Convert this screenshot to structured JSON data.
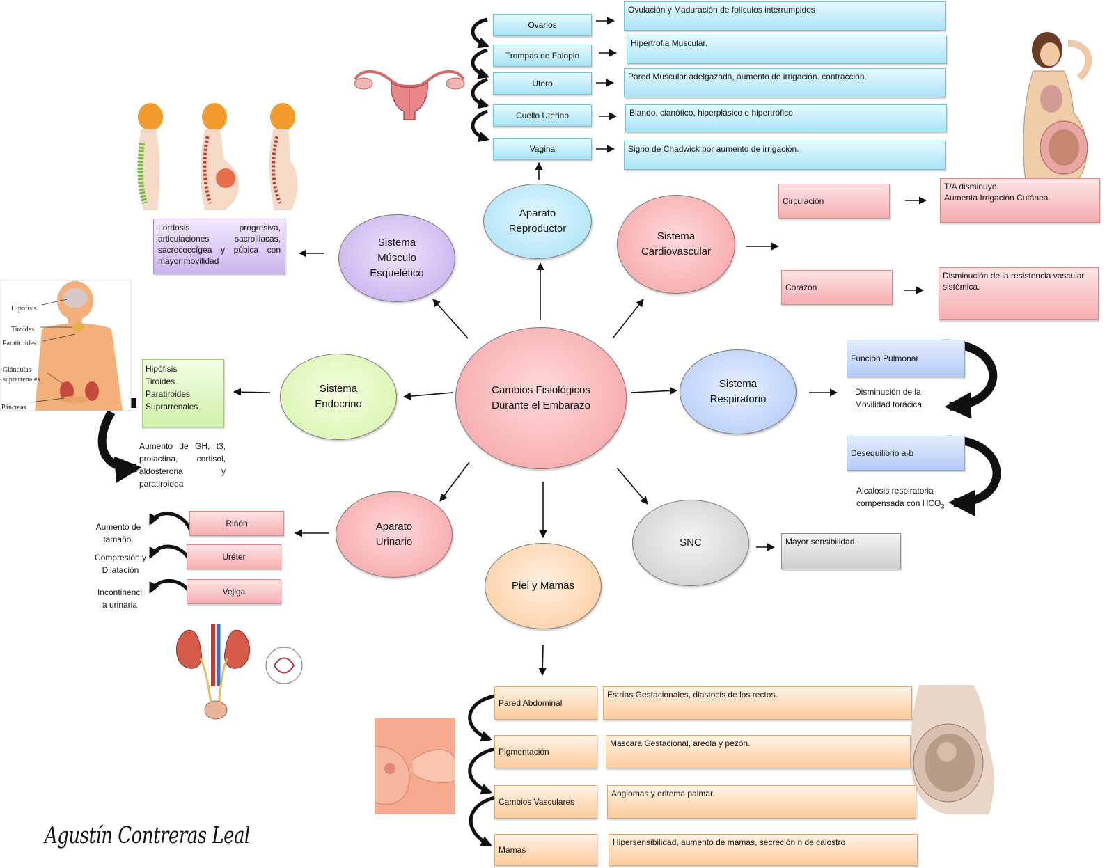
{
  "center": {
    "title": "Cambios Fisiológicos\nDurante el Embarazo"
  },
  "systems": {
    "reproductor": "Aparato\nReproductor",
    "musculo": "Sistema\nMúsculo\nEsquelético",
    "cardio": "Sistema\nCardiovascular",
    "endocrino": "Sistema\nEndocrino",
    "respiratorio": "Sistema\nRespiratorio",
    "urinario": "Aparato\nUrinario",
    "snc": "SNC",
    "piel": "Piel y Mamas"
  },
  "reproductor": {
    "rows": [
      {
        "organ": "Ovarios",
        "change": "Ovulación y Maduración de folículos interrumpidos"
      },
      {
        "organ": "Trompas de Falopio",
        "change": "Hipertrofia Muscular."
      },
      {
        "organ": "Útero",
        "change": "Pared Muscular adelgazada, aumento de irrigación. contracción."
      },
      {
        "organ": "Cuello Uterino",
        "change": "Blando, cianótico, hiperplásico e hipertrófico."
      },
      {
        "organ": "Vagina",
        "change": "Signo de Chadwick por aumento de irrigación."
      }
    ]
  },
  "cardio": {
    "circulacion": "Circulación",
    "circulacion_effect_1": "T/A disminuye.",
    "circulacion_effect_2": "Aumenta Irrigación Cutánea.",
    "corazon": "Corazón",
    "corazon_effect": "Disminución de la resistencia vascular sistémica."
  },
  "respiratorio": {
    "funcion": "Función Pulmonar",
    "funcion_effect": "Disminución de la\nMovilidad torácica.",
    "desequilibrio": "Desequilibrio a-b",
    "desequilibrio_effect_1": "Alcalosis respiratoria",
    "desequilibrio_effect_2": "compensada con HCO",
    "desequilibrio_effect_sub": "3"
  },
  "snc": {
    "effect": "Mayor sensibilidad."
  },
  "musculo": {
    "effect": "Lordosis progresiva, articulaciones sacroiliacas, sacrococcígea y púbica con mayor movilidad"
  },
  "endocrino": {
    "glands": [
      "Hipófisis",
      "Tiroides",
      "Paratiroides",
      "Suprarrenales"
    ],
    "effect": "Aumento de GH, t3, prolactina, cortisol, aldosterona y paratiroidea",
    "figure_labels": [
      "Hipófisis",
      "Tiroides",
      "Paratiroides",
      "Glándulas",
      "suprarrenales",
      "Páncreas"
    ]
  },
  "urinario": {
    "organs": [
      "Riñón",
      "Uréter",
      "Vejiga"
    ],
    "effects": [
      [
        "Aumento de",
        "tamaño."
      ],
      [
        "Compresión y",
        "Dilatación"
      ],
      [
        "Incontinenci",
        "a urinaria"
      ]
    ]
  },
  "piel": {
    "rows": [
      {
        "area": "Pared Abdominal",
        "change": "Estrías Gestacionales, diastocis de los rectos."
      },
      {
        "area": "Pigmentación",
        "change": "Mascara Gestacional, areola y pezón."
      },
      {
        "area": "Cambios Vasculares",
        "change": "Angiomas y eritema palmar."
      },
      {
        "area": "Mamas",
        "change": "Hipersensibilidad, aumento de mamas, secreción n de calostro"
      }
    ]
  },
  "signature": "Agustín Contreras Leal"
}
